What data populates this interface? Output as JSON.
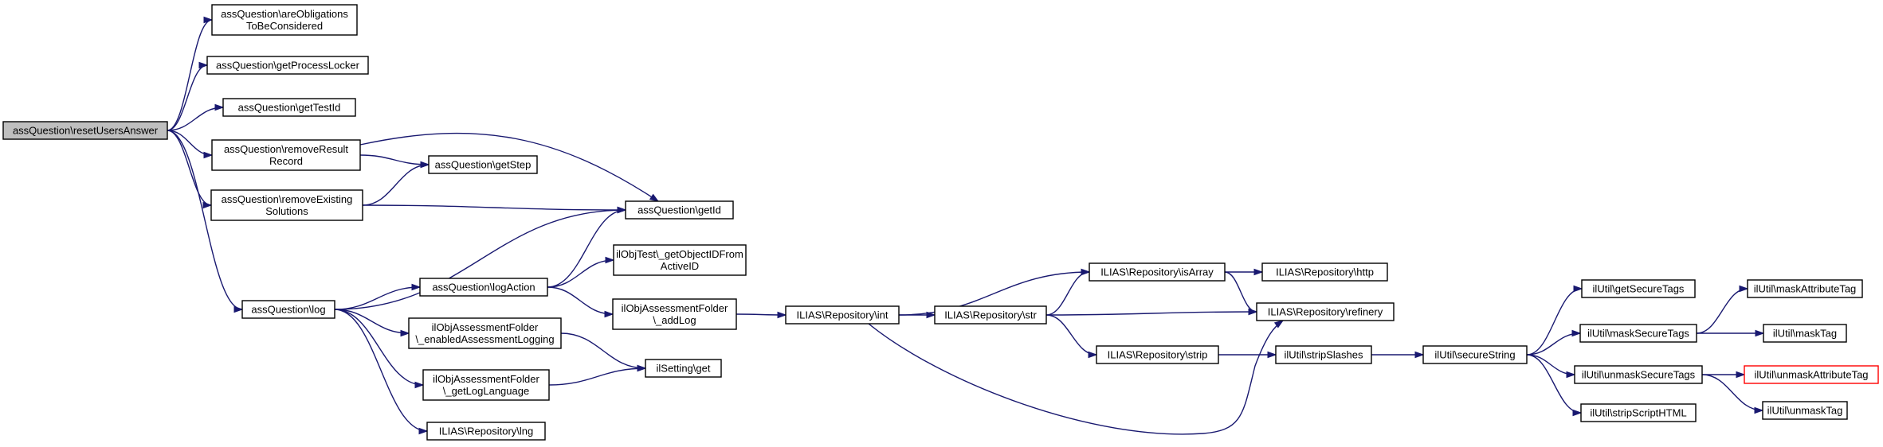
{
  "colors": {
    "edge": "#191970",
    "node_border": "#000000",
    "root_fill": "#bfbfbf",
    "node_fill": "#ffffff",
    "highlight_border": "#ff0000",
    "text": "#000000"
  },
  "nodes": [
    {
      "id": "resetUsersAnswer",
      "lines": [
        "assQuestion\\resetUsersAnswer"
      ],
      "style": "root"
    },
    {
      "id": "areObligations",
      "lines": [
        "assQuestion\\areObligations",
        "ToBeConsidered"
      ]
    },
    {
      "id": "getProcessLocker",
      "lines": [
        "assQuestion\\getProcessLocker"
      ]
    },
    {
      "id": "getTestId",
      "lines": [
        "assQuestion\\getTestId"
      ]
    },
    {
      "id": "removeResultRecord",
      "lines": [
        "assQuestion\\removeResult",
        "Record"
      ]
    },
    {
      "id": "getStep",
      "lines": [
        "assQuestion\\getStep"
      ]
    },
    {
      "id": "removeExistingSolutions",
      "lines": [
        "assQuestion\\removeExisting",
        "Solutions"
      ]
    },
    {
      "id": "getId",
      "lines": [
        "assQuestion\\getId"
      ]
    },
    {
      "id": "log",
      "lines": [
        "assQuestion\\log"
      ]
    },
    {
      "id": "logAction",
      "lines": [
        "assQuestion\\logAction"
      ]
    },
    {
      "id": "getObjectIDFromActiveID",
      "lines": [
        "ilObjTest\\_getObjectIDFrom",
        "ActiveID"
      ]
    },
    {
      "id": "addLog",
      "lines": [
        "ilObjAssessmentFolder",
        "\\_addLog"
      ]
    },
    {
      "id": "enabledAssessmentLogging",
      "lines": [
        "ilObjAssessmentFolder",
        "\\_enabledAssessmentLogging"
      ]
    },
    {
      "id": "getLogLanguage",
      "lines": [
        "ilObjAssessmentFolder",
        "\\_getLogLanguage"
      ]
    },
    {
      "id": "settingGet",
      "lines": [
        "ilSetting\\get"
      ]
    },
    {
      "id": "lng",
      "lines": [
        "ILIAS\\Repository\\lng"
      ]
    },
    {
      "id": "int",
      "lines": [
        "ILIAS\\Repository\\int"
      ]
    },
    {
      "id": "str",
      "lines": [
        "ILIAS\\Repository\\str"
      ]
    },
    {
      "id": "isArray",
      "lines": [
        "ILIAS\\Repository\\isArray"
      ]
    },
    {
      "id": "http",
      "lines": [
        "ILIAS\\Repository\\http"
      ]
    },
    {
      "id": "refinery",
      "lines": [
        "ILIAS\\Repository\\refinery"
      ]
    },
    {
      "id": "strip",
      "lines": [
        "ILIAS\\Repository\\strip"
      ]
    },
    {
      "id": "stripSlashes",
      "lines": [
        "ilUtil\\stripSlashes"
      ]
    },
    {
      "id": "secureString",
      "lines": [
        "ilUtil\\secureString"
      ]
    },
    {
      "id": "getSecureTags",
      "lines": [
        "ilUtil\\getSecureTags"
      ]
    },
    {
      "id": "maskSecureTags",
      "lines": [
        "ilUtil\\maskSecureTags"
      ]
    },
    {
      "id": "maskAttributeTag",
      "lines": [
        "ilUtil\\maskAttributeTag"
      ]
    },
    {
      "id": "maskTag",
      "lines": [
        "ilUtil\\maskTag"
      ]
    },
    {
      "id": "unmaskSecureTags",
      "lines": [
        "ilUtil\\unmaskSecureTags"
      ]
    },
    {
      "id": "unmaskAttributeTag",
      "lines": [
        "ilUtil\\unmaskAttributeTag"
      ],
      "style": "highlight"
    },
    {
      "id": "unmaskTag",
      "lines": [
        "ilUtil\\unmaskTag"
      ]
    },
    {
      "id": "stripScriptHTML",
      "lines": [
        "ilUtil\\stripScriptHTML"
      ]
    }
  ],
  "edges": [
    [
      "resetUsersAnswer",
      "areObligations"
    ],
    [
      "resetUsersAnswer",
      "getProcessLocker"
    ],
    [
      "resetUsersAnswer",
      "getTestId"
    ],
    [
      "resetUsersAnswer",
      "removeResultRecord"
    ],
    [
      "resetUsersAnswer",
      "removeExistingSolutions"
    ],
    [
      "resetUsersAnswer",
      "log"
    ],
    [
      "removeResultRecord",
      "getStep"
    ],
    [
      "removeResultRecord",
      "getId"
    ],
    [
      "removeExistingSolutions",
      "getStep"
    ],
    [
      "removeExistingSolutions",
      "getId"
    ],
    [
      "log",
      "getId"
    ],
    [
      "log",
      "logAction"
    ],
    [
      "log",
      "enabledAssessmentLogging"
    ],
    [
      "log",
      "getLogLanguage"
    ],
    [
      "log",
      "lng"
    ],
    [
      "logAction",
      "getId"
    ],
    [
      "logAction",
      "getObjectIDFromActiveID"
    ],
    [
      "logAction",
      "addLog"
    ],
    [
      "enabledAssessmentLogging",
      "settingGet"
    ],
    [
      "getLogLanguage",
      "settingGet"
    ],
    [
      "addLog",
      "int"
    ],
    [
      "int",
      "isArray"
    ],
    [
      "int",
      "str"
    ],
    [
      "int",
      "refinery"
    ],
    [
      "str",
      "isArray"
    ],
    [
      "str",
      "refinery"
    ],
    [
      "str",
      "strip"
    ],
    [
      "isArray",
      "http"
    ],
    [
      "isArray",
      "refinery"
    ],
    [
      "strip",
      "stripSlashes"
    ],
    [
      "stripSlashes",
      "secureString"
    ],
    [
      "secureString",
      "getSecureTags"
    ],
    [
      "secureString",
      "maskSecureTags"
    ],
    [
      "secureString",
      "unmaskSecureTags"
    ],
    [
      "secureString",
      "stripScriptHTML"
    ],
    [
      "maskSecureTags",
      "maskAttributeTag"
    ],
    [
      "maskSecureTags",
      "maskTag"
    ],
    [
      "unmaskSecureTags",
      "unmaskAttributeTag"
    ],
    [
      "unmaskSecureTags",
      "unmaskTag"
    ]
  ]
}
